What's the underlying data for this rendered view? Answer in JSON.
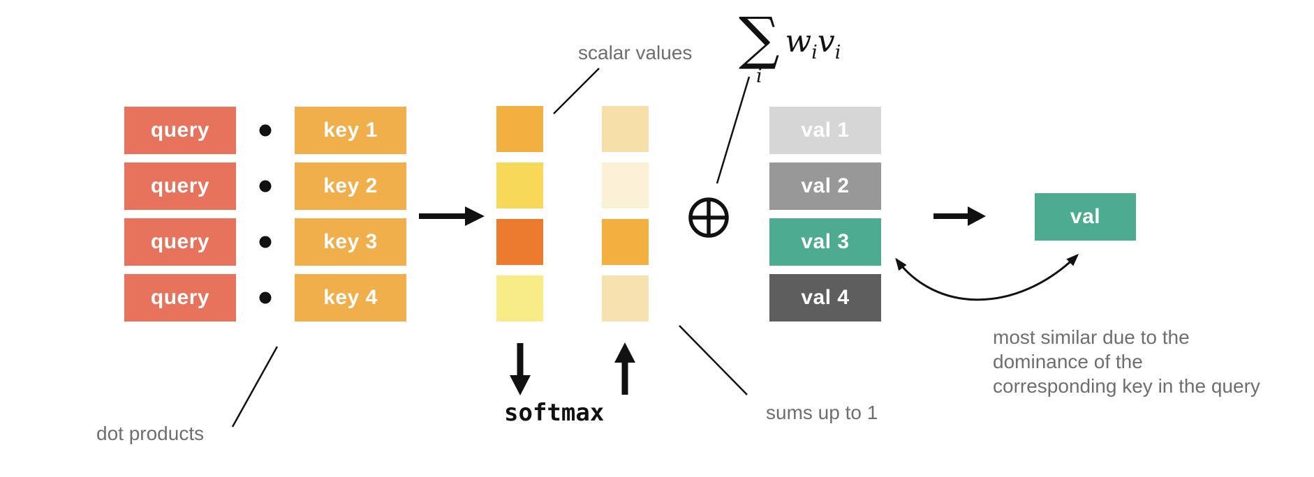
{
  "boxes": {
    "queries": {
      "labels": [
        "query",
        "query",
        "query",
        "query"
      ],
      "color": "#E8735C"
    },
    "keys": {
      "labels": [
        "key 1",
        "key 2",
        "key 3",
        "key 4"
      ],
      "color": "#F0AF4B"
    },
    "values": {
      "labels": [
        "val 1",
        "val 2",
        "val 3",
        "val 4"
      ],
      "colors": [
        "#D6D6D6",
        "#989898",
        "#4DAC8F",
        "#5E5E5E"
      ]
    },
    "result": {
      "label": "val",
      "color": "#4DAC8F"
    },
    "text_color": "#ffffff"
  },
  "weights": {
    "raw_colors": [
      "#F2B040",
      "#F8D858",
      "#EC7B2E",
      "#F8EC87"
    ],
    "softmax_colors": [
      "#F6DFA9",
      "#FAF0D5",
      "#F2B040",
      "#F7E1AE"
    ]
  },
  "labels": {
    "scalar_values": "scalar values",
    "dot_products": "dot products",
    "softmax": "softmax",
    "sums_up_to_1": "sums up to 1",
    "most_similar_lines": [
      "most similar due to the",
      "dominance of the",
      "corresponding key in the query"
    ],
    "color": "#6E6E6E"
  },
  "formula": {
    "sigma": "∑",
    "index": "i",
    "w_var": "w",
    "w_sub": "i",
    "v_var": "v",
    "v_sub": "i"
  },
  "colors": {
    "background": "#ffffff",
    "ink": "#111111"
  }
}
